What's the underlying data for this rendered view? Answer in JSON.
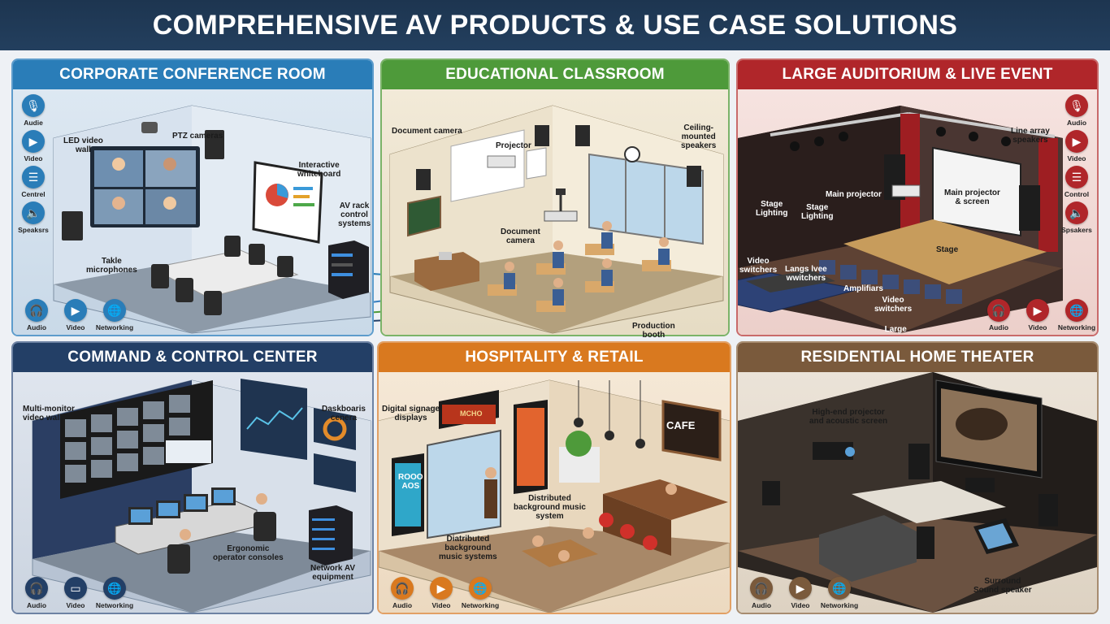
{
  "title": "COMPREHENSIVE AV PRODUCTS & USE CASE SOLUTIONS",
  "colors": {
    "corporate": "#2a7db8",
    "education": "#4e9a3a",
    "auditorium": "#b0262a",
    "command": "#233f66",
    "hospitality": "#d9791f",
    "residential": "#7a5a3c"
  },
  "panels": {
    "corporate": {
      "header": "CORPORATE CONFERENCE ROOM",
      "labels": {
        "led_wall": "LED video\nwall",
        "ptz": "PTZ cameras",
        "whiteboard": "Interactive\nwhiteboard",
        "rack": "AV rack\ncontrol\nsystems",
        "mics": "Takle\nmicrophones"
      },
      "side_icons": [
        {
          "label": "Audie",
          "icon": "microphone-icon"
        },
        {
          "label": "Video",
          "icon": "camera-icon"
        },
        {
          "label": "Centrel",
          "icon": "control-panel-icon"
        },
        {
          "label": "Speaksrs",
          "icon": "speaker-icon"
        }
      ],
      "bottom_icons": [
        {
          "label": "Audio",
          "icon": "headphones-icon"
        },
        {
          "label": "Video",
          "icon": "camera-icon"
        },
        {
          "label": "Networking",
          "icon": "globe-icon"
        }
      ]
    },
    "education": {
      "header": "EDUCATIONAL CLASSROOM",
      "labels": {
        "doc_cam_top": "Document camera",
        "projector": "Projector",
        "ceiling": "Ceiling-\nmounted\nspeakers",
        "doc_cam": "Document\ncamera"
      }
    },
    "auditorium": {
      "header": "LARGE AUDITORIUM & LIVE EVENT",
      "labels": {
        "line_array": "Line array\nspeakers",
        "stage_light1": "Stage\nLighting",
        "stage_light2": "Stage\nLighting",
        "main_projector": "Main projector",
        "projector_screen": "Main projector\n& screen",
        "stage": "Stage",
        "video_switchers1": "Video\nswitchers",
        "large_switchers": "Langs lvee\nwwitchers",
        "amplifiers": "Amplifiars",
        "video_switchers2": "Video\nswitchers",
        "large_consoles": "Large\nconsoers",
        "booth": "Production\nbooth"
      },
      "side_icons": [
        {
          "label": "Audio",
          "icon": "microphone-icon"
        },
        {
          "label": "Video",
          "icon": "camera-icon"
        },
        {
          "label": "Control",
          "icon": "control-panel-icon"
        },
        {
          "label": "Spsakers",
          "icon": "speaker-icon"
        }
      ],
      "bottom_icons": [
        {
          "label": "Audio",
          "icon": "headphones-icon"
        },
        {
          "label": "Video",
          "icon": "camera-icon"
        },
        {
          "label": "Networking",
          "icon": "globe-icon"
        }
      ]
    },
    "command": {
      "header": "COMMAND & CONTROL CENTER",
      "labels": {
        "video_wall": "Multi-monitor\nvideo wall",
        "dashboards": "Daskboaris\ncenera",
        "consoles": "Ergonomic\noperator consoles",
        "network": "Network AV\nequipment"
      },
      "bottom_icons": [
        {
          "label": "Audio",
          "icon": "headphones-icon"
        },
        {
          "label": "Video",
          "icon": "monitor-icon"
        },
        {
          "label": "Networking",
          "icon": "globe-icon"
        }
      ]
    },
    "hospitality": {
      "header": "HOSPITALITY & RETAIL",
      "labels": {
        "signage": "Digital signage\ndisplays",
        "bg_music": "Distributed\nbackground music\nsystem",
        "bg_music2": "Diatributed\nbackground\nmusic systems",
        "menu": "MCHO",
        "cafe": "CAFE",
        "kiosk": "ROOO\nAOS"
      },
      "bottom_icons": [
        {
          "label": "Audio",
          "icon": "headphones-icon"
        },
        {
          "label": "Video",
          "icon": "play-icon"
        },
        {
          "label": "Networking",
          "icon": "globe-icon"
        }
      ]
    },
    "residential": {
      "header": "RESIDENTIAL HOME THEATER",
      "labels": {
        "projector": "High-end projector\nand acoustic screen",
        "surround": "Surround\nSound speaker"
      },
      "bottom_icons": [
        {
          "label": "Audio",
          "icon": "headphones-icon"
        },
        {
          "label": "Video",
          "icon": "play-icon"
        },
        {
          "label": "Networking",
          "icon": "globe-icon"
        }
      ]
    }
  }
}
